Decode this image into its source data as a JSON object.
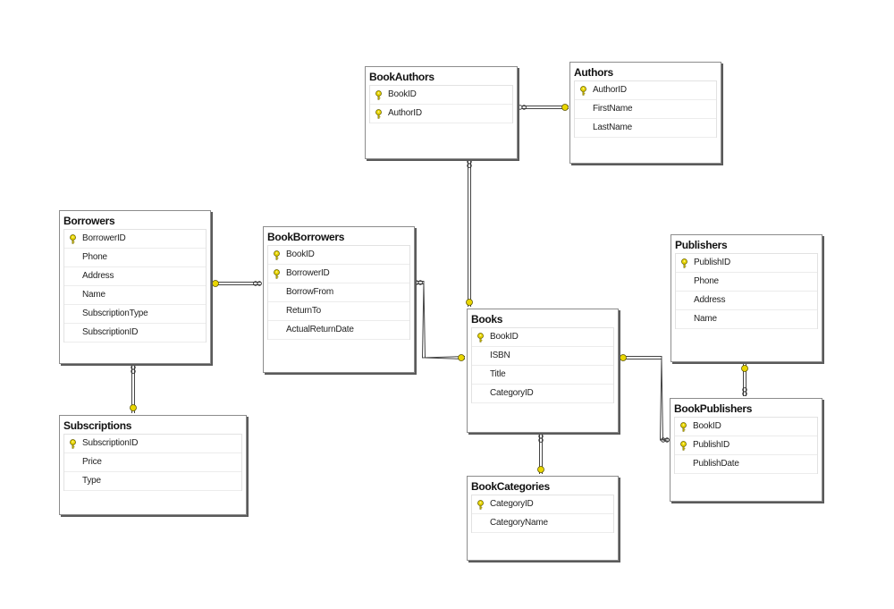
{
  "entities": [
    {
      "name": "BookAuthors",
      "columns": [
        {
          "name": "BookID",
          "pk": true
        },
        {
          "name": "AuthorID",
          "pk": true
        }
      ]
    },
    {
      "name": "Authors",
      "columns": [
        {
          "name": "AuthorID",
          "pk": true
        },
        {
          "name": "FirstName",
          "pk": false
        },
        {
          "name": "LastName",
          "pk": false
        }
      ]
    },
    {
      "name": "Borrowers",
      "columns": [
        {
          "name": "BorrowerID",
          "pk": true
        },
        {
          "name": "Phone",
          "pk": false
        },
        {
          "name": "Address",
          "pk": false
        },
        {
          "name": "Name",
          "pk": false
        },
        {
          "name": "SubscriptionType",
          "pk": false
        },
        {
          "name": "SubscriptionID",
          "pk": false
        }
      ]
    },
    {
      "name": "BookBorrowers",
      "columns": [
        {
          "name": "BookID",
          "pk": true
        },
        {
          "name": "BorrowerID",
          "pk": true
        },
        {
          "name": "BorrowFrom",
          "pk": false
        },
        {
          "name": "ReturnTo",
          "pk": false
        },
        {
          "name": "ActualReturnDate",
          "pk": false
        }
      ]
    },
    {
      "name": "Books",
      "columns": [
        {
          "name": "BookID",
          "pk": true
        },
        {
          "name": "ISBN",
          "pk": false
        },
        {
          "name": "Title",
          "pk": false
        },
        {
          "name": "CategoryID",
          "pk": false
        }
      ]
    },
    {
      "name": "Publishers",
      "columns": [
        {
          "name": "PublishID",
          "pk": true
        },
        {
          "name": "Phone",
          "pk": false
        },
        {
          "name": "Address",
          "pk": false
        },
        {
          "name": "Name",
          "pk": false
        }
      ]
    },
    {
      "name": "BookPublishers",
      "columns": [
        {
          "name": "BookID",
          "pk": true
        },
        {
          "name": "PublishID",
          "pk": true
        },
        {
          "name": "PublishDate",
          "pk": false
        }
      ]
    },
    {
      "name": "Subscriptions",
      "columns": [
        {
          "name": "SubscriptionID",
          "pk": true
        },
        {
          "name": "Price",
          "pk": false
        },
        {
          "name": "Type",
          "pk": false
        }
      ]
    },
    {
      "name": "BookCategories",
      "columns": [
        {
          "name": "CategoryID",
          "pk": true
        },
        {
          "name": "CategoryName",
          "pk": false
        }
      ]
    }
  ],
  "relationships": [
    {
      "one": "Authors",
      "many": "BookAuthors"
    },
    {
      "one": "Books",
      "many": "BookAuthors"
    },
    {
      "one": "Borrowers",
      "many": "BookBorrowers"
    },
    {
      "one": "Books",
      "many": "BookBorrowers"
    },
    {
      "one": "Books",
      "many": "BookPublishers"
    },
    {
      "one": "Publishers",
      "many": "BookPublishers"
    },
    {
      "one": "Subscriptions",
      "many": "Borrowers"
    },
    {
      "one": "BookCategories",
      "many": "Books"
    }
  ],
  "colors": {
    "key": "#e9d600",
    "border": "#8c8c8c",
    "shadow": "#5a5a5a",
    "line": "#555555"
  }
}
